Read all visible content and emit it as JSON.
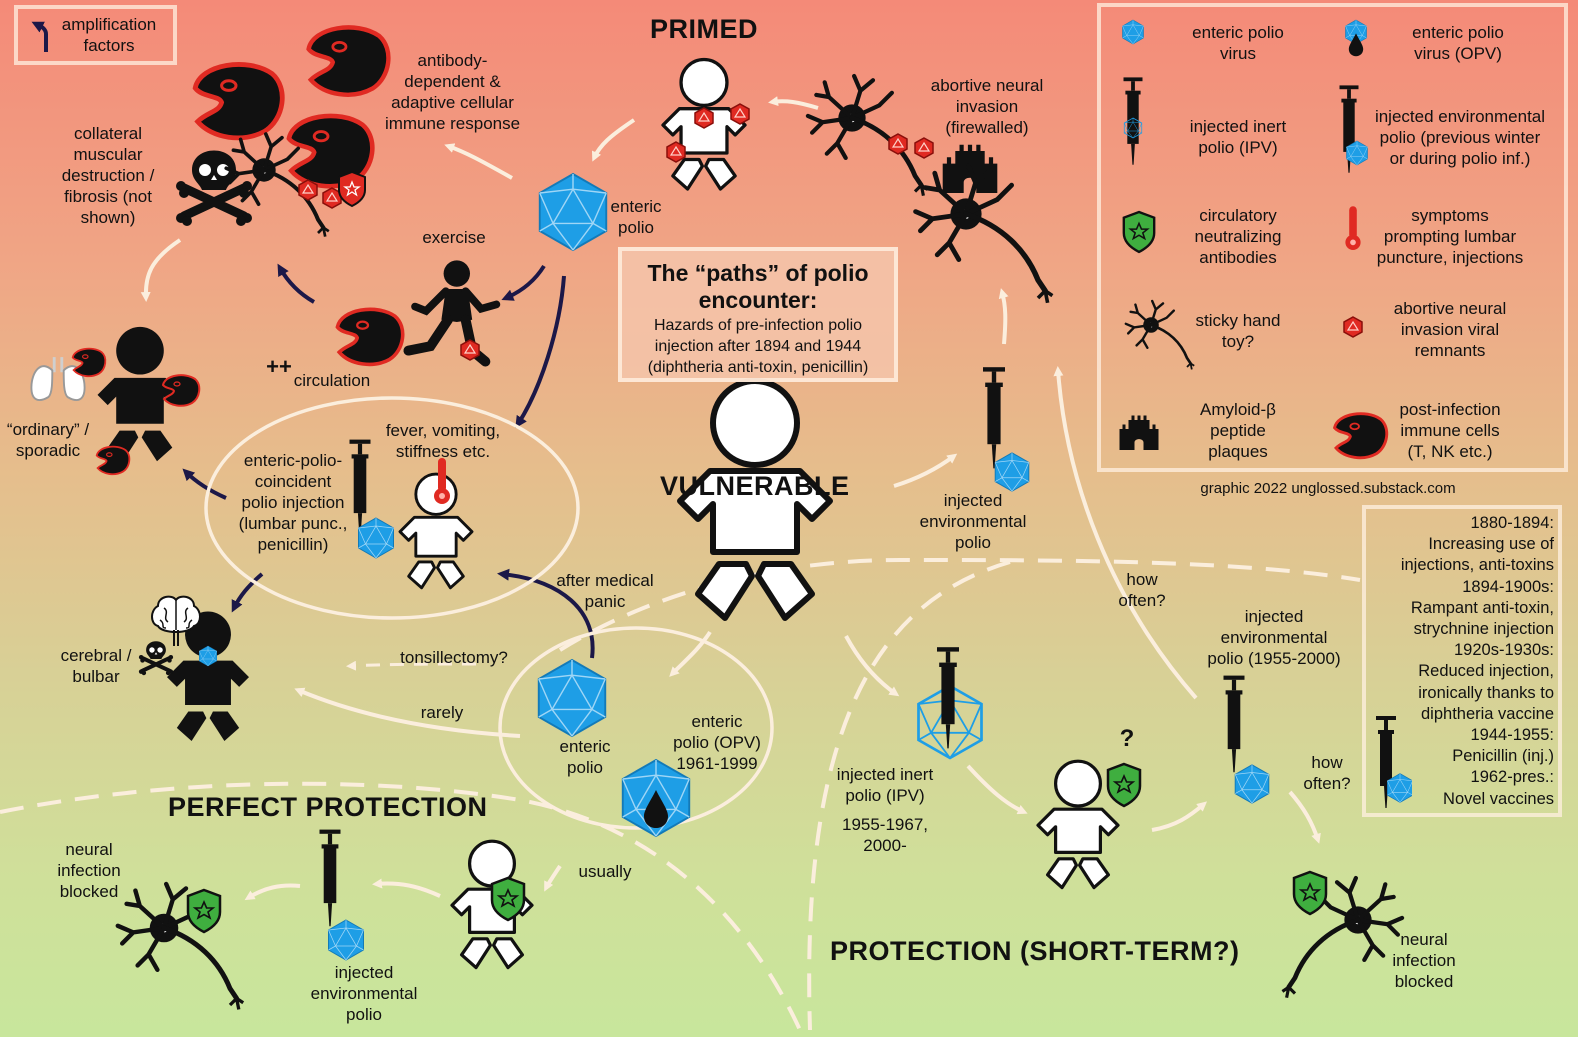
{
  "headings": {
    "primed": "PRIMED",
    "vulnerable": "VULNERABLE",
    "perfect": "PERFECT PROTECTION",
    "protection": "PROTECTION (SHORT-TERM?)"
  },
  "amp_box": {
    "label_line1": "amplification",
    "label_line2": "factors"
  },
  "title_box": {
    "title_line1": "The “paths” of polio",
    "title_line2": "encounter:",
    "sub_line1": "Hazards of pre-infection polio",
    "sub_line2": "injection after 1894 and 1944",
    "sub_line3": "(diphtheria anti-toxin, penicillin)"
  },
  "labels": {
    "antibody": [
      "antibody-",
      "dependent &",
      "adaptive cellular",
      "immune response"
    ],
    "collateral": [
      "collateral",
      "muscular",
      "destruction /",
      "fibrosis (not",
      "shown)"
    ],
    "enteric_top": [
      "enteric",
      "polio"
    ],
    "exercise": "exercise",
    "circulation_pp": "++",
    "circulation": "circulation",
    "ordinary": [
      "“ordinary” /",
      "sporadic"
    ],
    "fever": [
      "fever, vomiting,",
      "stiffness etc."
    ],
    "coincident": [
      "enteric-polio-",
      "coincident",
      "polio injection",
      "(lumbar punc.,",
      "penicillin)"
    ],
    "abortive": [
      "abortive neural",
      "invasion",
      "(firewalled)"
    ],
    "injected_env_mid": [
      "injected",
      "environmental",
      "polio"
    ],
    "after_panic": [
      "after medical",
      "panic"
    ],
    "cerebral": [
      "cerebral /",
      "bulbar"
    ],
    "tonsil": "tonsillectomy?",
    "rarely": "rarely",
    "enteric_mid": [
      "enteric",
      "polio"
    ],
    "enteric_opv": [
      "enteric",
      "polio (OPV)",
      "1961-1999"
    ],
    "usually": "usually",
    "neural_left": [
      "neural",
      "infection",
      "blocked"
    ],
    "injected_env_bottom": [
      "injected",
      "environmental",
      "polio"
    ],
    "ipv": [
      "injected inert",
      "polio (IPV)"
    ],
    "ipv_years": [
      "1955-1967,",
      "2000-"
    ],
    "question": "?",
    "how_often_1": [
      "how",
      "often?"
    ],
    "how_often_2": [
      "how",
      "often?"
    ],
    "injected_env_1955": [
      "injected",
      "environmental",
      "polio (1955-2000)"
    ],
    "neural_right": [
      "neural",
      "infection",
      "blocked"
    ],
    "credit": "graphic 2022 unglossed.substack.com"
  },
  "legend": [
    {
      "icon": "enteric-polio-virus-icon",
      "lines": [
        "enteric polio",
        "virus"
      ]
    },
    {
      "icon": "enteric-polio-opv-icon",
      "lines": [
        "enteric polio",
        "virus (OPV)"
      ]
    },
    {
      "icon": "injected-ipv-icon",
      "lines": [
        "injected inert",
        "polio (IPV)"
      ]
    },
    {
      "icon": "injected-env-polio-icon",
      "lines": [
        "injected environmental",
        "polio (previous winter",
        "or during polio inf.)"
      ]
    },
    {
      "icon": "shield-antibody-icon",
      "lines": [
        "circulatory",
        "neutralizing",
        "antibodies"
      ]
    },
    {
      "icon": "thermometer-icon",
      "lines": [
        "symptoms",
        "prompting lumbar",
        "puncture, injections"
      ]
    },
    {
      "icon": "neuron-icon",
      "lines": [
        "sticky hand",
        "toy?"
      ]
    },
    {
      "icon": "remnant-icon",
      "lines": [
        "abortive neural",
        "invasion viral",
        "remnants"
      ]
    },
    {
      "icon": "castle-icon",
      "lines": [
        "Amyloid-β",
        "peptide",
        "plaques"
      ]
    },
    {
      "icon": "immune-cell-icon",
      "lines": [
        "post-infection",
        "immune cells",
        "(T, NK etc.)"
      ]
    }
  ],
  "timeline": [
    "1880-1894:",
    "Increasing use of",
    "injections, anti-toxins",
    "1894-1900s:",
    "Rampant anti-toxin,",
    "strychnine injection",
    "1920s-1930s:",
    "Reduced injection,",
    "ironically thanks to",
    "diphtheria vaccine",
    "1944-1955:",
    "Penicillin (inj.)",
    "1962-pres.:",
    "Novel vaccines"
  ],
  "colors": {
    "virus": "#1e9ee6",
    "alarm": "#e02a22",
    "shield": "#3fae3f",
    "arrow_dark": "#1c1848",
    "arrow_light": "#fbeedd"
  }
}
